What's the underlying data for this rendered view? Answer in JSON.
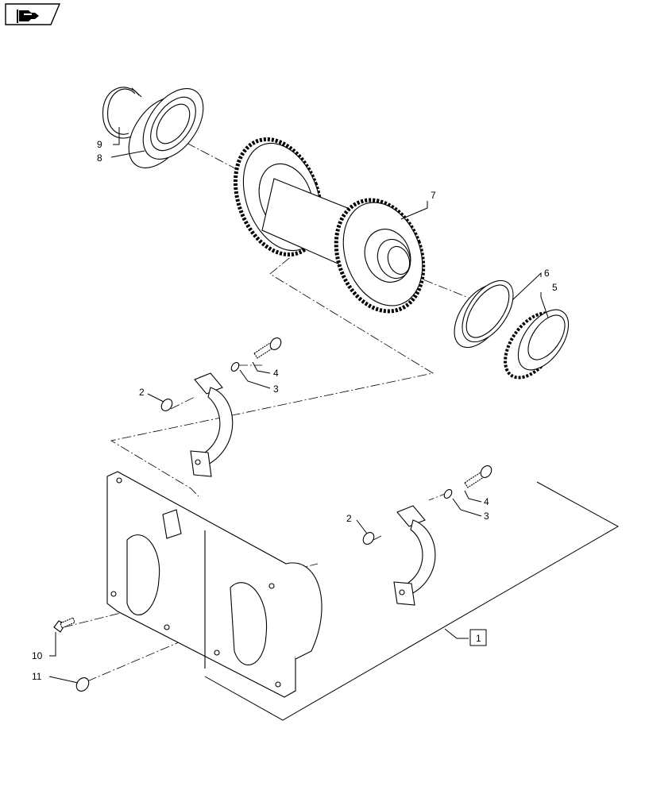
{
  "nav": {
    "icon": "flag-arrow-icon"
  },
  "callouts": {
    "c1": "1",
    "c2a": "2",
    "c2b": "2",
    "c3a": "3",
    "c3b": "3",
    "c4a": "4",
    "c4b": "4",
    "c5": "5",
    "c6": "6",
    "c7": "7",
    "c8": "8",
    "c9": "9",
    "c10": "10",
    "c11": "11"
  }
}
